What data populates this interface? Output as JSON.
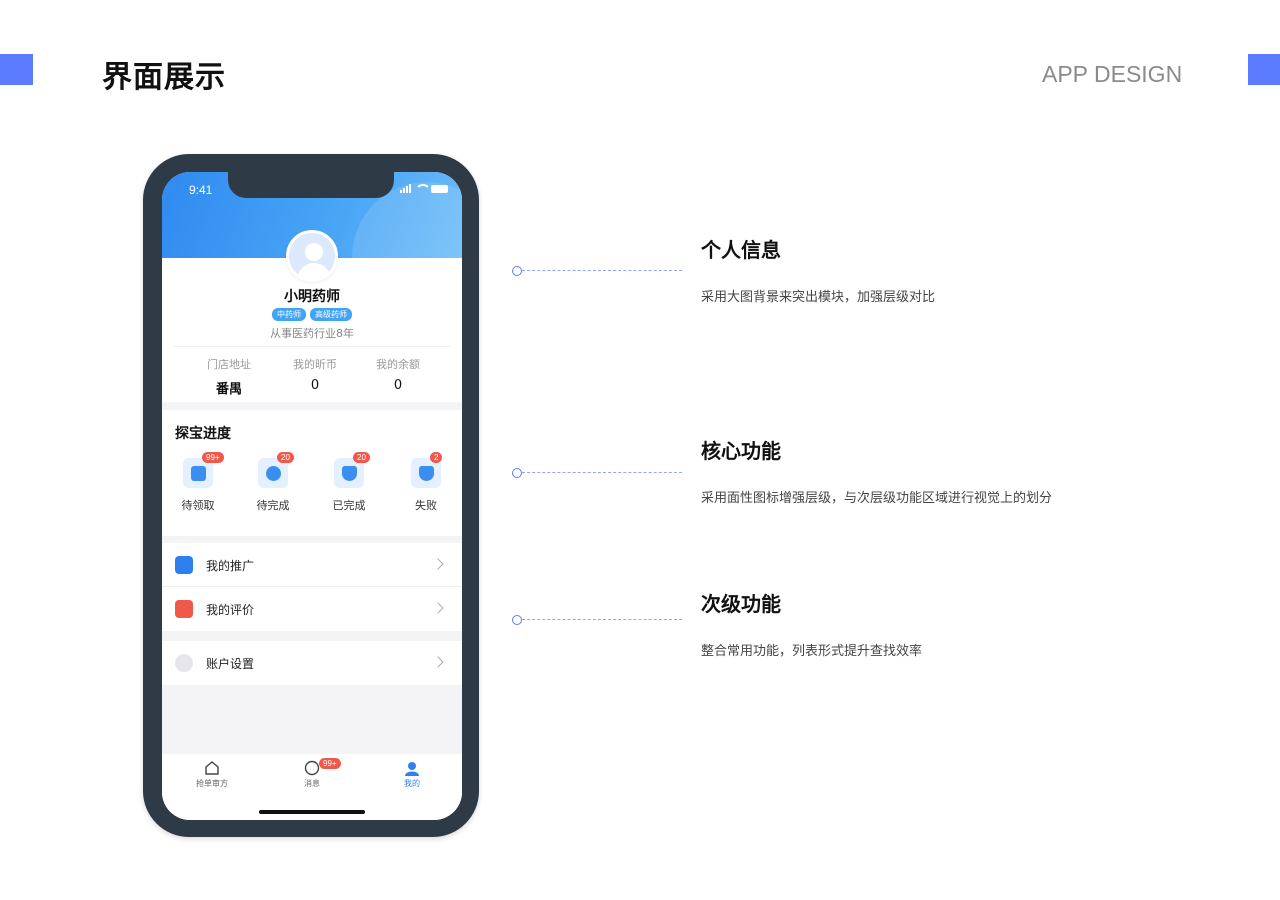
{
  "header": {
    "title": "界面展示",
    "subtitle": "APP DESIGN",
    "accent_color": "#5b7cff"
  },
  "phone": {
    "status_time": "9:41",
    "profile": {
      "name": "小明药师",
      "tags": [
        "中药师",
        "高级药师"
      ],
      "experience": "从事医药行业8年",
      "stats": [
        {
          "label": "门店地址",
          "value": "番禺"
        },
        {
          "label": "我的昕币",
          "value": "0"
        },
        {
          "label": "我的余额",
          "value": "0"
        }
      ]
    },
    "progress": {
      "title": "探宝进度",
      "items": [
        {
          "label": "待领取",
          "badge": "99+",
          "icon": "tray-icon"
        },
        {
          "label": "待完成",
          "badge": "20",
          "icon": "clock-icon"
        },
        {
          "label": "已完成",
          "badge": "20",
          "icon": "shield-check-icon"
        },
        {
          "label": "失败",
          "badge": "2",
          "icon": "shield-x-icon"
        }
      ]
    },
    "menu_group_1": [
      {
        "label": "我的推广",
        "icon": "bar-chart-icon",
        "color": "#2f7ff0"
      },
      {
        "label": "我的评价",
        "icon": "comment-icon",
        "color": "#f0584a"
      }
    ],
    "menu_group_2": [
      {
        "label": "账户设置",
        "icon": "gear-icon",
        "color": "#e6e6ea"
      }
    ],
    "tabbar": [
      {
        "label": "抢单审方",
        "icon": "home-icon"
      },
      {
        "label": "消息",
        "icon": "chat-icon",
        "badge": "99+"
      },
      {
        "label": "我的",
        "icon": "user-icon",
        "active": true
      }
    ],
    "primary_color": "#3a8ef0",
    "badge_color": "#f0584a"
  },
  "annotations": [
    {
      "title": "个人信息",
      "desc": "采用大图背景来突出模块，加强层级对比"
    },
    {
      "title": "核心功能",
      "desc": "采用面性图标增强层级，与次层级功能区域进行视觉上的划分"
    },
    {
      "title": "次级功能",
      "desc": "整合常用功能，列表形式提升查找效率"
    }
  ]
}
